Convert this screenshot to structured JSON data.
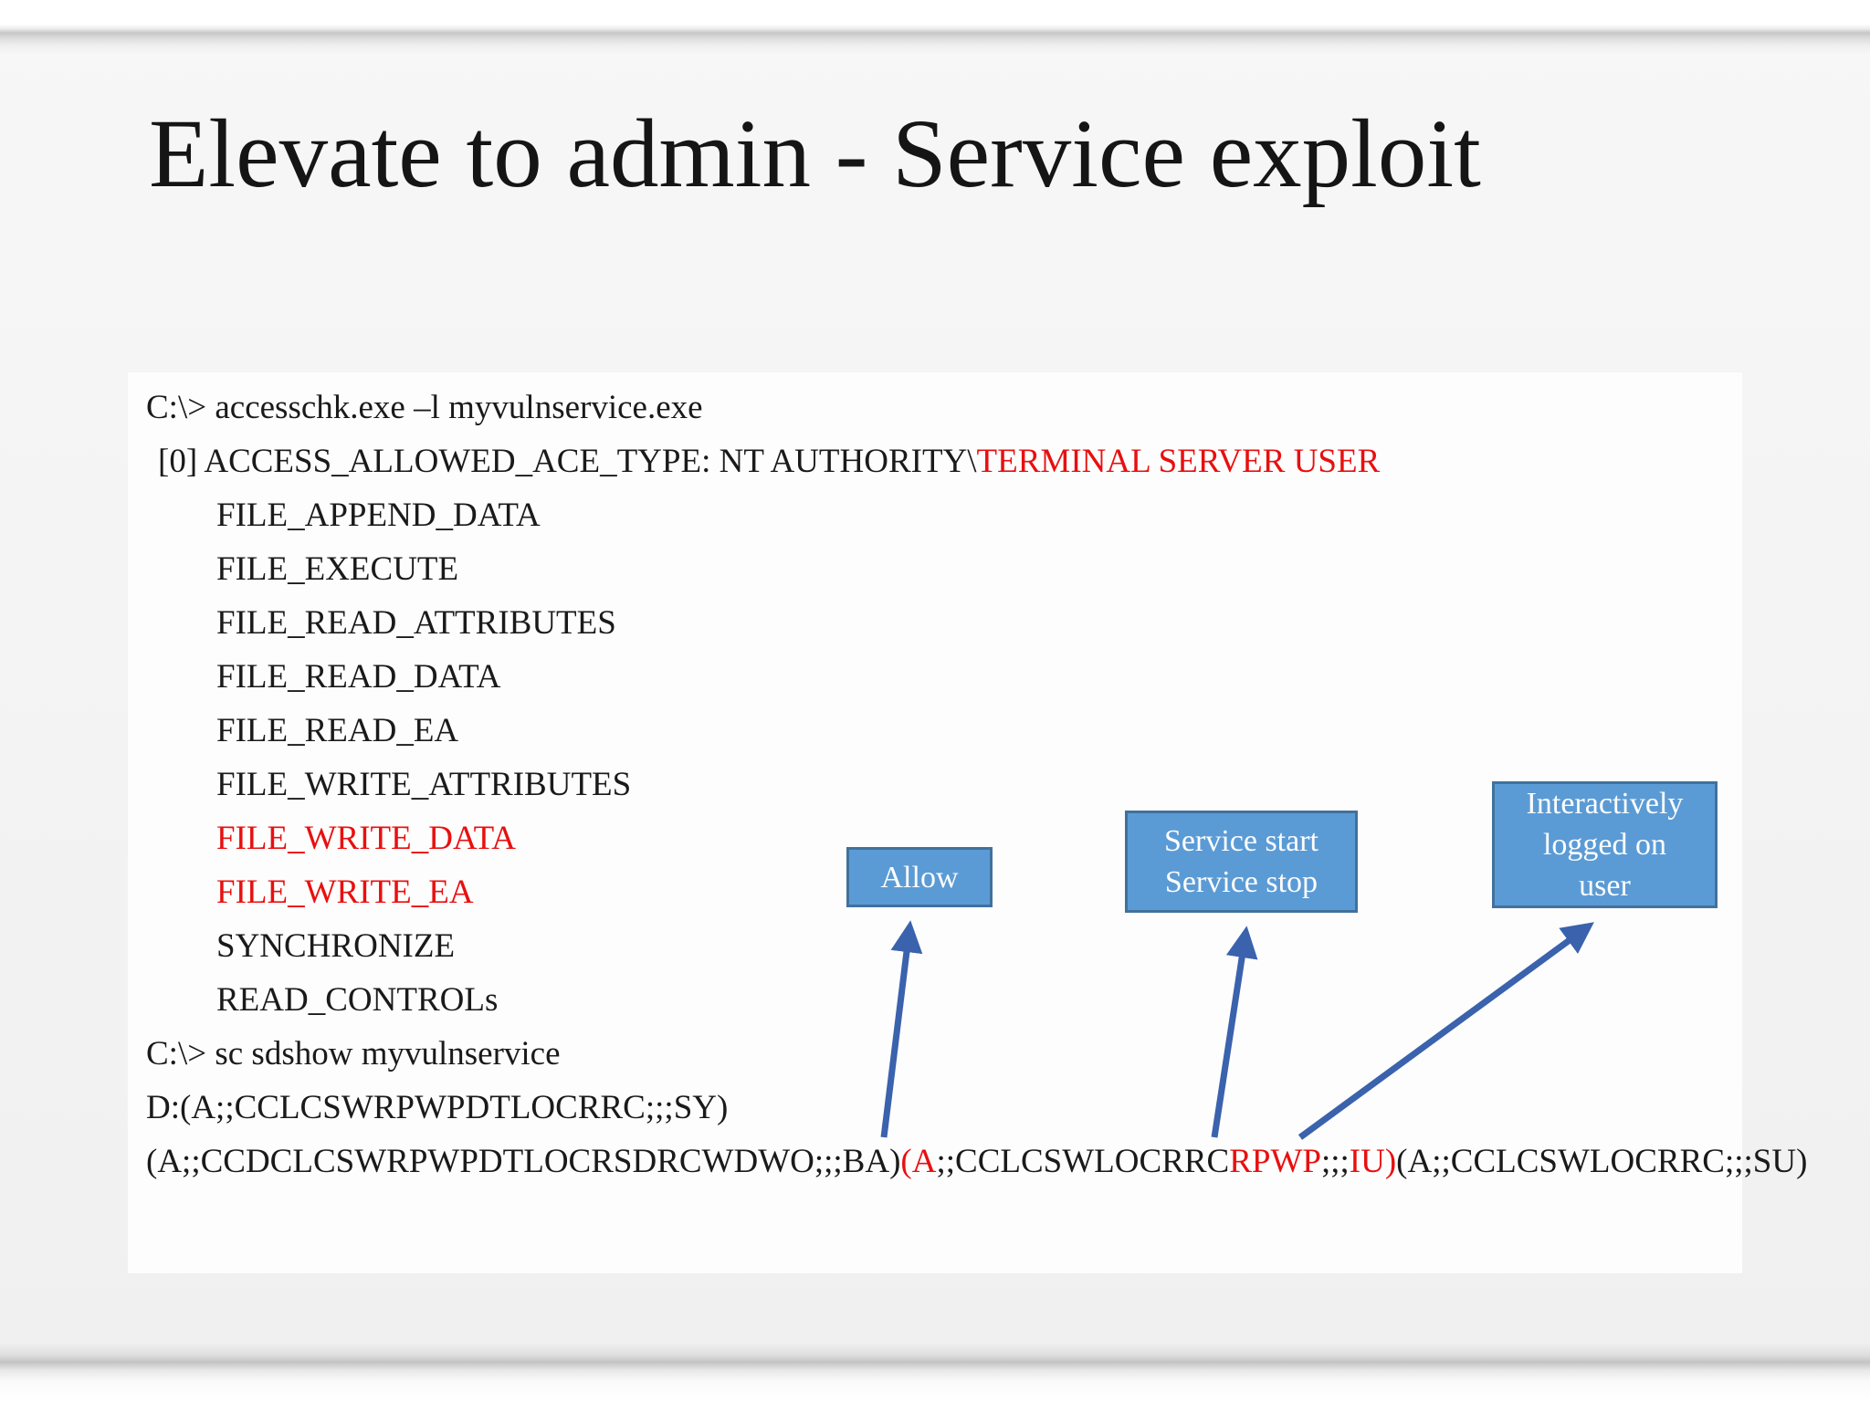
{
  "slide": {
    "title": "Elevate to admin - Service exploit"
  },
  "console": {
    "lines": [
      {
        "indent": 0,
        "segments": [
          {
            "t": "C:\\> accesschk.exe –l myvulnservice.exe"
          }
        ]
      },
      {
        "indent": 1,
        "segments": [
          {
            "t": "[0] ACCESS_ALLOWED_ACE_TYPE: NT AUTHORITY\\"
          },
          {
            "t": "TERMINAL SERVER USER",
            "c": "red"
          }
        ]
      },
      {
        "indent": 2,
        "segments": [
          {
            "t": "FILE_APPEND_DATA"
          }
        ]
      },
      {
        "indent": 2,
        "segments": [
          {
            "t": "FILE_EXECUTE"
          }
        ]
      },
      {
        "indent": 2,
        "segments": [
          {
            "t": "FILE_READ_ATTRIBUTES"
          }
        ]
      },
      {
        "indent": 2,
        "segments": [
          {
            "t": "FILE_READ_DATA"
          }
        ]
      },
      {
        "indent": 2,
        "segments": [
          {
            "t": "FILE_READ_EA"
          }
        ]
      },
      {
        "indent": 2,
        "segments": [
          {
            "t": "FILE_WRITE_ATTRIBUTES"
          }
        ]
      },
      {
        "indent": 2,
        "segments": [
          {
            "t": "FILE_WRITE_DATA",
            "c": "red"
          }
        ]
      },
      {
        "indent": 2,
        "segments": [
          {
            "t": "FILE_WRITE_EA",
            "c": "red"
          }
        ]
      },
      {
        "indent": 2,
        "segments": [
          {
            "t": "SYNCHRONIZE"
          }
        ]
      },
      {
        "indent": 2,
        "segments": [
          {
            "t": "READ_CONTROLs"
          }
        ]
      },
      {
        "indent": 0,
        "segments": [
          {
            "t": "C:\\> sc sdshow myvulnservice"
          }
        ]
      },
      {
        "indent": 0,
        "segments": [
          {
            "t": "D:(A;;CCLCSWRPWPDTLOCRRC;;;SY)"
          }
        ]
      },
      {
        "indent": 0,
        "segments": [
          {
            "t": "(A;;CCDCLCSWRPWPDTLOCRSDRCWDWO;;;BA)"
          },
          {
            "t": "(A",
            "c": "red"
          },
          {
            "t": ";;CCLCSWLOCRRC"
          },
          {
            "t": "RPWP",
            "c": "red"
          },
          {
            "t": ";;;"
          },
          {
            "t": "IU)",
            "c": "red"
          },
          {
            "t": "(A;;CCLCSWLOCRRC;;;SU)"
          }
        ]
      }
    ]
  },
  "callouts": [
    {
      "id": "allow",
      "lines": [
        "Allow"
      ]
    },
    {
      "id": "service",
      "lines": [
        "Service start",
        "Service stop"
      ]
    },
    {
      "id": "interactive",
      "lines": [
        "Interactively",
        "logged on",
        "user"
      ]
    }
  ],
  "colors": {
    "accent_red": "#e90f0f",
    "box_fill": "#5b9bd5",
    "box_border": "#41719c",
    "arrow_blue": "#3a62ad"
  }
}
